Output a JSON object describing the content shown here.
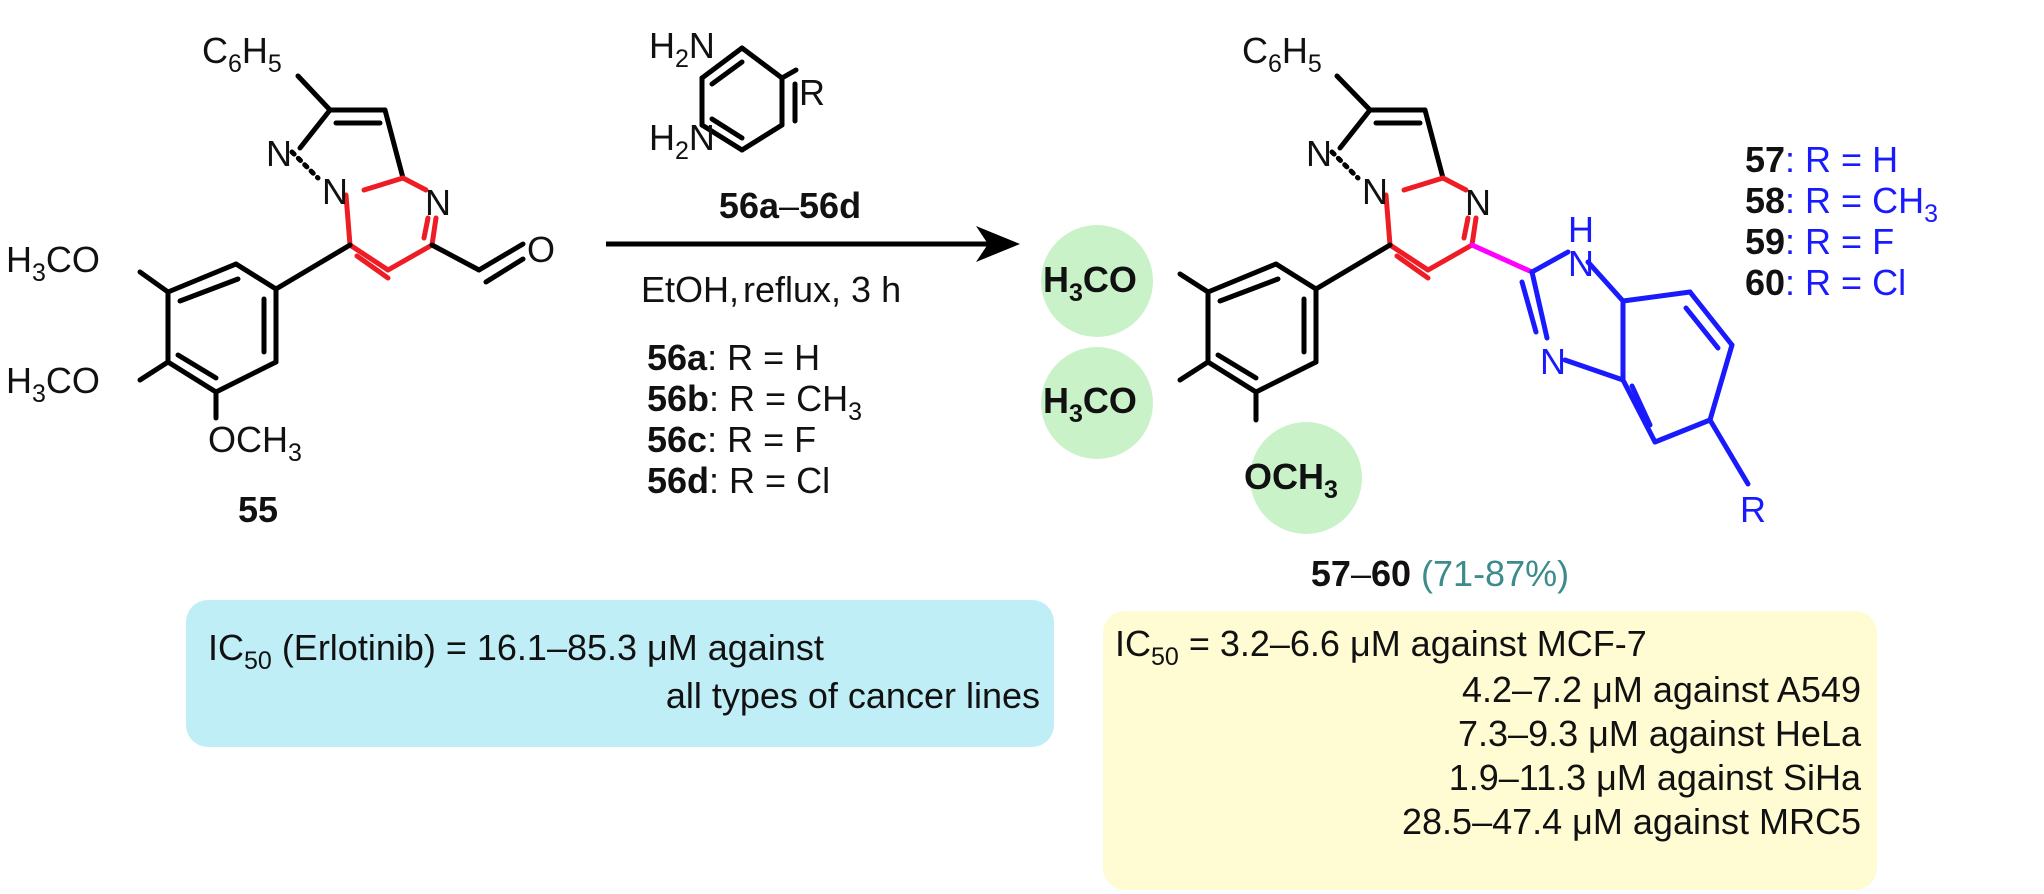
{
  "colors": {
    "bond": "#000000",
    "highlight_ring": "#ee1c25",
    "benzimidazole": "#1a1aff",
    "linker": "#ff00ff",
    "yield": "#3d8b8b",
    "methoxy_circle": "#c9f2c9",
    "box_erlotinib": "#bfeef7",
    "box_products": "#fffbd2"
  },
  "compound_55": {
    "number": "55",
    "phenyl": {
      "main": "C",
      "sub1": "6",
      "mid": "H",
      "sub2": "5"
    },
    "n_pyrazole": "N",
    "n_bridge": "N",
    "n_pyrimidine": "N",
    "aldehyde_o": "O",
    "meo_top": {
      "a": "H",
      "sub": "3",
      "b": "CO"
    },
    "meo_mid": {
      "a": "H",
      "sub": "3",
      "b": "CO"
    },
    "meo_bottom": {
      "a": "OCH",
      "sub": "3"
    }
  },
  "reagent": {
    "nh2_top": {
      "a": "H",
      "sub": "2",
      "b": "N"
    },
    "nh2_bottom": {
      "a": "H",
      "sub": "2",
      "b": "N"
    },
    "r_label": "R",
    "range": {
      "a": "56a",
      "dash": "–",
      "b": "56d"
    },
    "conditions": {
      "solvent": "EtOH,",
      "rest": "reflux, 3 h"
    },
    "variants": [
      {
        "id": "56a",
        "r": ": R = H",
        "sub": ""
      },
      {
        "id": "56b",
        "r": ": R = CH",
        "sub": "3"
      },
      {
        "id": "56c",
        "r": ": R = F",
        "sub": ""
      },
      {
        "id": "56d",
        "r": ": R = Cl",
        "sub": ""
      }
    ]
  },
  "product": {
    "phenyl": {
      "main": "C",
      "sub1": "6",
      "mid": "H",
      "sub2": "5"
    },
    "n_pyrazole": "N",
    "n_bridge": "N",
    "n_pyrimidine": "N",
    "nh": "H",
    "n_imidazole_top": "N",
    "n_imidazole_bottom": "N",
    "r_label": "R",
    "meo_top": {
      "a": "H",
      "sub": "3",
      "b": "CO"
    },
    "meo_mid": {
      "a": "H",
      "sub": "3",
      "b": "CO"
    },
    "meo_bottom": {
      "a": "OCH",
      "sub": "3"
    },
    "range": {
      "a": "57",
      "dash": "–",
      "b": "60"
    },
    "yield": "(71-87%)",
    "variants": [
      {
        "id": "57",
        "r": ": R = H",
        "sub": ""
      },
      {
        "id": "58",
        "r": ": R = CH",
        "sub": "3"
      },
      {
        "id": "59",
        "r": ": R = F",
        "sub": ""
      },
      {
        "id": "60",
        "r": ": R = Cl",
        "sub": ""
      }
    ]
  },
  "erlotinib_box": {
    "ic": "IC",
    "sub": "50",
    "line1": " (Erlotinib) = 16.1–85.3 μM against",
    "line2": "all types of cancer lines"
  },
  "products_box": {
    "ic": "IC",
    "sub": "50",
    "first": " = 3.2–6.6 μM against MCF-7",
    "lines": [
      "4.2–7.2 μM against A549",
      "7.3–9.3 μM against HeLa",
      "1.9–11.3 μM against SiHa",
      "28.5–47.4 μM against MRC5"
    ]
  }
}
